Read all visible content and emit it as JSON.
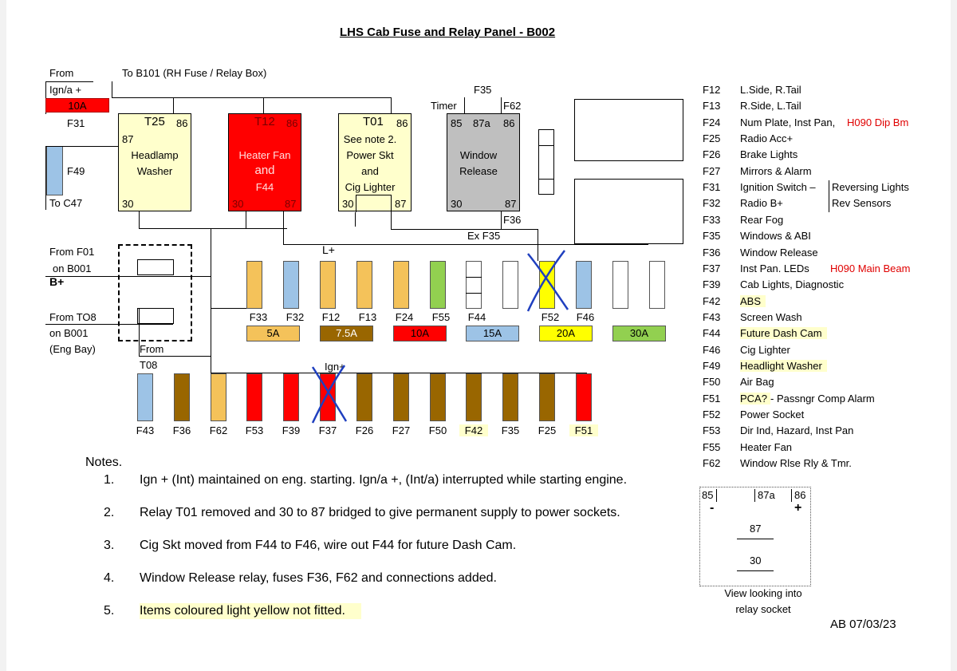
{
  "title": "LHS Cab Fuse and Relay Panel  - B002",
  "colors": {
    "pink_fuse": "#ff0000",
    "yellow_fuse": "#ffff00",
    "blue_fuse": "#9dc3e6",
    "green_fuse": "#92d050",
    "brown_fuse": "#996600",
    "tan_fuse": "#f4c25a",
    "not_fitted": "#ffffcc",
    "grey_relay": "#bfbfbf",
    "cross": "#1f3fbf"
  },
  "top_left": {
    "from": "From",
    "ign_a": "Ign/a +",
    "to_b101": "To B101 (RH Fuse / Relay Box)",
    "fuse_10a": "10A",
    "f31": "F31",
    "f49": "F49",
    "to_c47": "To C47"
  },
  "relays": {
    "t25": {
      "id": "T25",
      "pin86": "86",
      "pin87": "87",
      "pin30": "30",
      "line1": "Headlamp",
      "line2": "Washer"
    },
    "t12": {
      "id": "T12",
      "pin86": "86",
      "pin87": "87",
      "pin30": "30",
      "line1": "Heater Fan",
      "line2": "and",
      "line3": "F44"
    },
    "t01": {
      "id": "T01",
      "pin86": "86",
      "pin87": "87",
      "pin30": "30",
      "line1": "See note 2.",
      "line2": "Power Skt",
      "line3": "and",
      "line4": "Cig Lighter"
    },
    "window": {
      "timer": "Timer",
      "f35": "F35",
      "f62": "F62",
      "pin85": "85",
      "pin87a": "87a",
      "pin86": "86",
      "line1": "Window",
      "line2": "Release",
      "pin30": "30",
      "pin87": "87",
      "f36": "F36",
      "ex_f35": "Ex F35"
    }
  },
  "mid_left": {
    "from_f01": "From F01",
    "on_b001_1": "on B001",
    "bplus": "B+",
    "from_t08": "From TO8",
    "on_b001_2": "on B001",
    "eng_bay": "(Eng Bay)",
    "from": "From",
    "t08": "T08",
    "lplus": "L+",
    "ign_plus": "Ign+"
  },
  "row1_labels": [
    "F33",
    "F32",
    "F12",
    "F13",
    "F24",
    "F55",
    "F44",
    "F52",
    "F46"
  ],
  "ratings": [
    {
      "label": "5A",
      "color": "#f4c25a",
      "text_color": "#000000"
    },
    {
      "label": "7.5A",
      "color": "#996600",
      "text_color": "#ffffff"
    },
    {
      "label": "10A",
      "color": "#ff0000",
      "text_color": "#000000"
    },
    {
      "label": "15A",
      "color": "#9dc3e6",
      "text_color": "#000000"
    },
    {
      "label": "20A",
      "color": "#ffff00",
      "text_color": "#000000"
    },
    {
      "label": "30A",
      "color": "#92d050",
      "text_color": "#000000"
    }
  ],
  "row2_labels": [
    "F43",
    "F36",
    "F62",
    "F53",
    "F39",
    "F37",
    "F26",
    "F27",
    "F50",
    "F42",
    "F35",
    "F25",
    "F51"
  ],
  "fuse_list": [
    {
      "code": "F12",
      "desc": "L.Side, R.Tail",
      "extra": ""
    },
    {
      "code": "F13",
      "desc": "R.Side, L.Tail",
      "extra": ""
    },
    {
      "code": "F24",
      "desc": "Num Plate, Inst Pan,",
      "extra": "H090 Dip Bm"
    },
    {
      "code": "F25",
      "desc": "Radio Acc+",
      "extra": ""
    },
    {
      "code": "F26",
      "desc": "Brake Lights",
      "extra": ""
    },
    {
      "code": "F27",
      "desc": "Mirrors & Alarm",
      "extra": ""
    },
    {
      "code": "F31",
      "desc": "Ignition Switch –",
      "extra": "Reversing Lights"
    },
    {
      "code": "F32",
      "desc": "Radio B+",
      "extra": "Rev Sensors"
    },
    {
      "code": "F33",
      "desc": "Rear Fog",
      "extra": ""
    },
    {
      "code": "F35",
      "desc": "Windows & ABI",
      "extra": ""
    },
    {
      "code": "F36",
      "desc": "Window Release",
      "extra": ""
    },
    {
      "code": "F37",
      "desc": "Inst Pan. LEDs",
      "extra": "H090 Main Beam"
    },
    {
      "code": "F39",
      "desc": "Cab Lights, Diagnostic",
      "extra": ""
    },
    {
      "code": "F42",
      "desc": "ABS",
      "extra": ""
    },
    {
      "code": "F43",
      "desc": "Screen Wash",
      "extra": ""
    },
    {
      "code": "F44",
      "desc": "Future  Dash Cam",
      "extra": ""
    },
    {
      "code": "F46",
      "desc": "Cig Lighter",
      "extra": ""
    },
    {
      "code": "F49",
      "desc": "Headlight Washer",
      "extra": ""
    },
    {
      "code": "F50",
      "desc": "Air Bag",
      "extra": ""
    },
    {
      "code": "F51",
      "desc": "PCA?",
      "extra": " - Passngr Comp Alarm"
    },
    {
      "code": "F52",
      "desc": "Power Socket",
      "extra": ""
    },
    {
      "code": "F53",
      "desc": "Dir Ind, Hazard, Inst Pan",
      "extra": ""
    },
    {
      "code": "F55",
      "desc": "Heater Fan",
      "extra": ""
    },
    {
      "code": "F62",
      "desc": "Window Rlse Rly & Tmr.",
      "extra": ""
    }
  ],
  "notes": {
    "heading": "Notes.",
    "items": [
      {
        "num": "1.",
        "text": "Ign + (Int) maintained on eng. starting. Ign/a +, (Int/a) interrupted while starting engine."
      },
      {
        "num": "2.",
        "text": "Relay T01 removed and 30 to 87 bridged to give permanent supply to power sockets."
      },
      {
        "num": "3.",
        "text": "Cig Skt moved from F44 to F46, wire out F44 for future Dash Cam."
      },
      {
        "num": "4.",
        "text": "Window Release relay, fuses F36, F62 and connections added."
      },
      {
        "num": "5.",
        "text": "Items coloured light yellow not fitted."
      }
    ]
  },
  "socket": {
    "p85": "85",
    "p87a": "87a",
    "p86": "86",
    "minus": "-",
    "plus": "+",
    "p87": "87",
    "p30": "30",
    "caption1": "View looking into",
    "caption2": "relay socket"
  },
  "signature": "AB 07/03/23"
}
